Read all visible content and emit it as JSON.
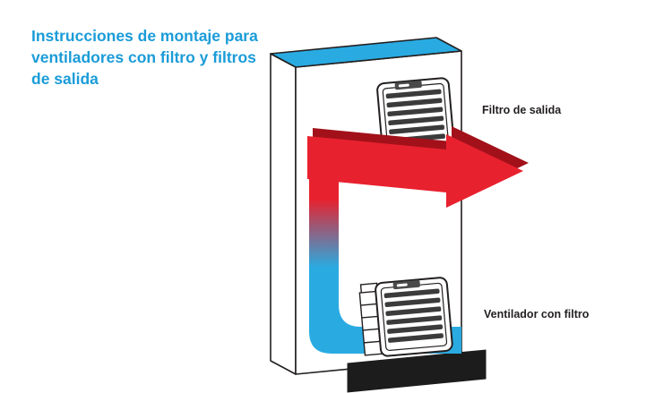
{
  "title": "Instrucciones de montaje para\nventiladores con filtro y filtros\nde salida",
  "callouts": {
    "exit_filter": "Filtro de salida",
    "filter_fan": "Ventilador con filtro"
  },
  "colors": {
    "title_blue": "#1b9cd8",
    "airflow_cold": "#29abe2",
    "airflow_hot": "#e8212e",
    "airflow_hot_shade": "#a2111a",
    "outline": "#231f20"
  },
  "diagram": {
    "type": "airflow-mounting-diagram",
    "flow": "Cool air (blue) enters through the filter fan at the bottom, rises inside the enclosure warming up (gradient), and exits as hot air (red arrow) through the top exit filter."
  }
}
